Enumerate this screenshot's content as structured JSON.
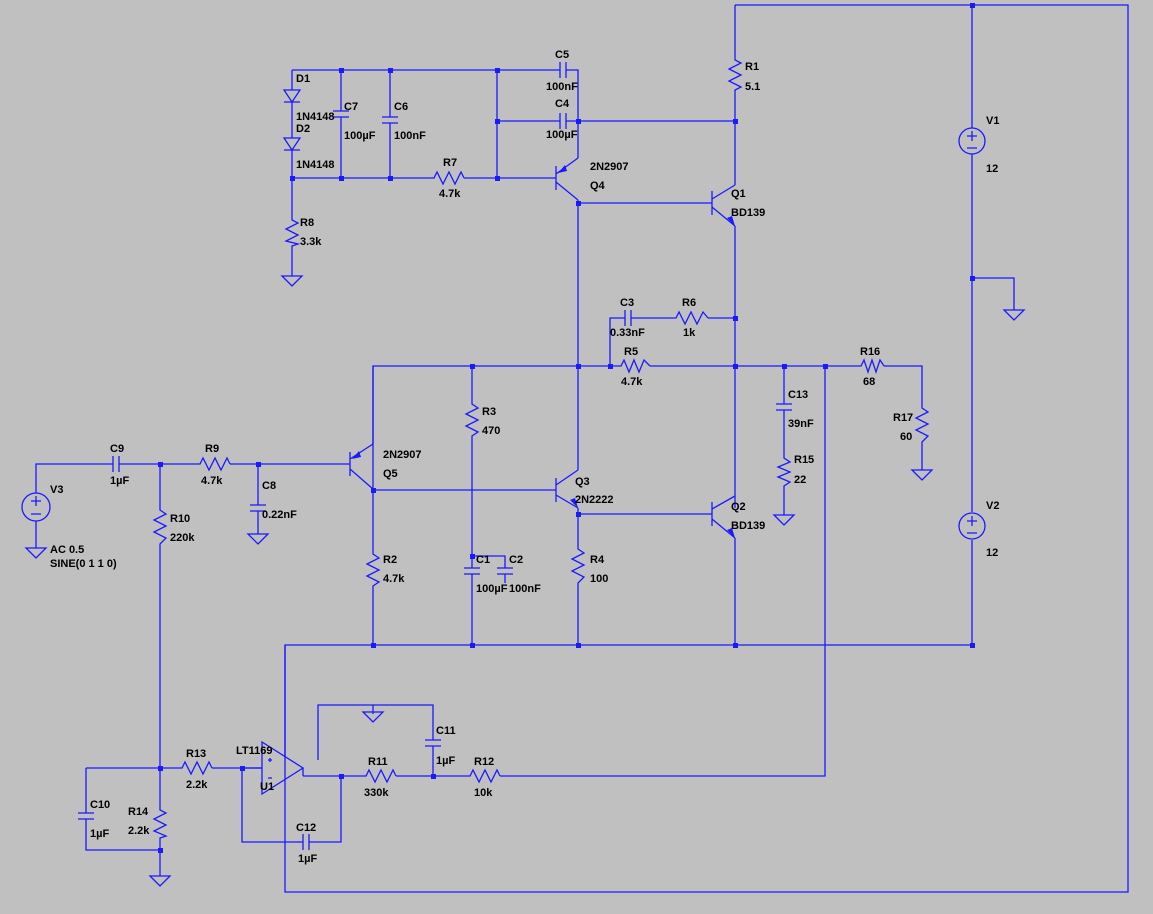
{
  "colors": {
    "background": "#c0c0c0",
    "wire": "#1a1aff",
    "text": "#000000"
  },
  "components": {
    "D1": {
      "ref": "D1",
      "value": "1N4148"
    },
    "D2": {
      "ref": "D2",
      "value": "1N4148"
    },
    "C7": {
      "ref": "C7",
      "value": "100µF"
    },
    "C6": {
      "ref": "C6",
      "value": "100nF"
    },
    "C5": {
      "ref": "C5",
      "value": "100nF"
    },
    "C4": {
      "ref": "C4",
      "value": "100µF"
    },
    "R7": {
      "ref": "R7",
      "value": "4.7k"
    },
    "R8": {
      "ref": "R8",
      "value": "3.3k"
    },
    "Q4": {
      "ref": "Q4",
      "value": "2N2907"
    },
    "R1": {
      "ref": "R1",
      "value": "5.1"
    },
    "Q1": {
      "ref": "Q1",
      "value": "BD139"
    },
    "V1": {
      "ref": "V1",
      "value": "12"
    },
    "V2": {
      "ref": "V2",
      "value": "12"
    },
    "C3": {
      "ref": "C3",
      "value": "0.33nF"
    },
    "R6": {
      "ref": "R6",
      "value": "1k"
    },
    "R5": {
      "ref": "R5",
      "value": "4.7k"
    },
    "R16": {
      "ref": "R16",
      "value": "68"
    },
    "R17": {
      "ref": "R17",
      "value": "60"
    },
    "C13": {
      "ref": "C13",
      "value": "39nF"
    },
    "R15": {
      "ref": "R15",
      "value": "22"
    },
    "R3": {
      "ref": "R3",
      "value": "470"
    },
    "Q5": {
      "ref": "Q5",
      "value": "2N2907"
    },
    "Q3": {
      "ref": "Q3",
      "value": "2N2222"
    },
    "Q2": {
      "ref": "Q2",
      "value": "BD139"
    },
    "C9": {
      "ref": "C9",
      "value": "1µF"
    },
    "R9": {
      "ref": "R9",
      "value": "4.7k"
    },
    "C8": {
      "ref": "C8",
      "value": "0.22nF"
    },
    "V3": {
      "ref": "V3",
      "value": "AC 0.5",
      "value2": "SINE(0 1 1 0)"
    },
    "R10": {
      "ref": "R10",
      "value": "220k"
    },
    "R2": {
      "ref": "R2",
      "value": "4.7k"
    },
    "C1": {
      "ref": "C1",
      "value": "100µF"
    },
    "C2": {
      "ref": "C2",
      "value": "100nF"
    },
    "R4": {
      "ref": "R4",
      "value": "100"
    },
    "C11": {
      "ref": "C11",
      "value": "1µF"
    },
    "R13": {
      "ref": "R13",
      "value": "2.2k"
    },
    "U1": {
      "ref": "U1",
      "value": "LT1169"
    },
    "R11": {
      "ref": "R11",
      "value": "330k"
    },
    "R12": {
      "ref": "R12",
      "value": "10k"
    },
    "C10": {
      "ref": "C10",
      "value": "1µF"
    },
    "R14": {
      "ref": "R14",
      "value": "2.2k"
    },
    "C12": {
      "ref": "C12",
      "value": "1µF"
    }
  }
}
